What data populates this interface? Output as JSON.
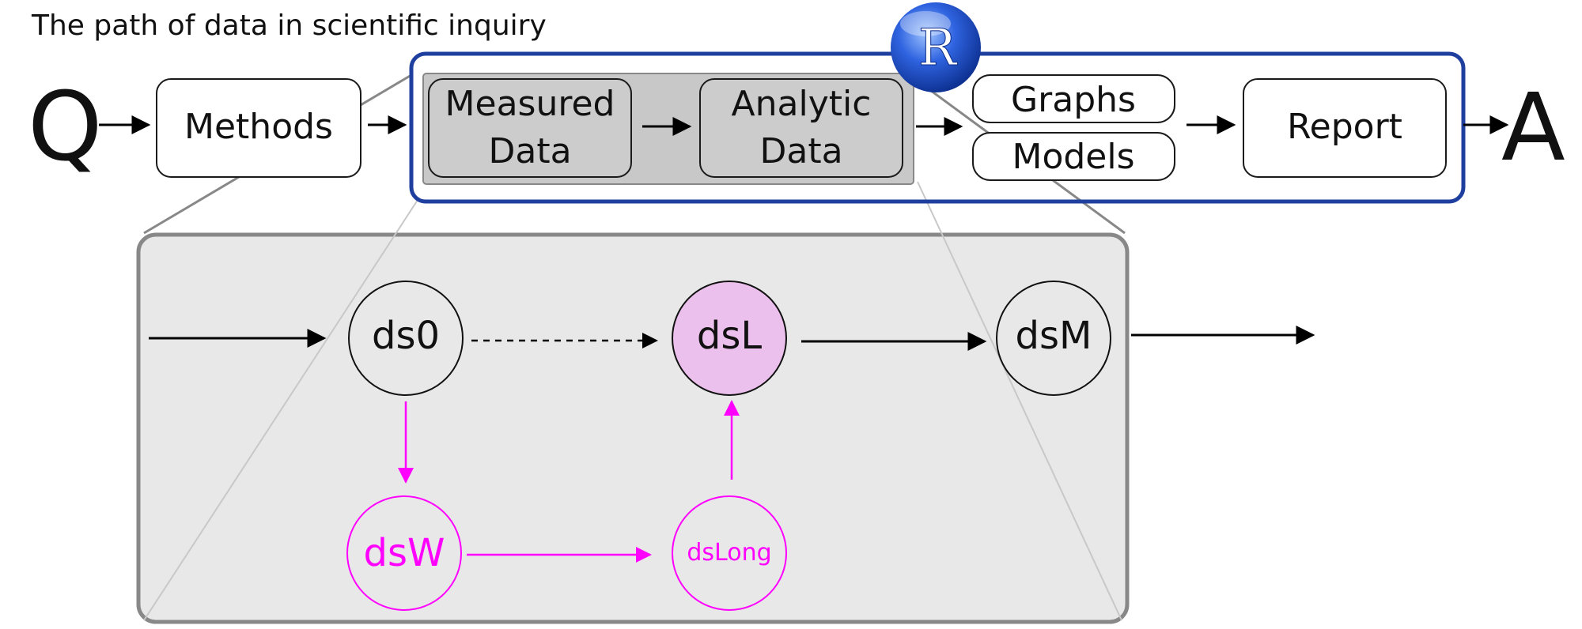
{
  "title": "The path of data in scientific inquiry",
  "pipeline": {
    "q": "Q",
    "a": "A",
    "methods": "Methods",
    "measured_data": [
      "Measured",
      "Data"
    ],
    "analytic_data": [
      "Analytic",
      "Data"
    ],
    "graphs": "Graphs",
    "models": "Models",
    "report": "Report",
    "r_logo": "R"
  },
  "detail": {
    "ds0": "ds0",
    "dsL": "dsL",
    "dsM": "dsM",
    "dsW": "dsW",
    "dsLong": "dsLong"
  },
  "colors": {
    "highlight_border": "#1f3f9f",
    "magenta": "#ff00ff",
    "dsL_fill": "#ecc0ec",
    "zoom_panel_fill": "#e8e8e8",
    "zoom_panel_border": "#888888",
    "gray_group_fill": "#c8c8c8",
    "r_logo_blue": "#1f4fd0"
  }
}
